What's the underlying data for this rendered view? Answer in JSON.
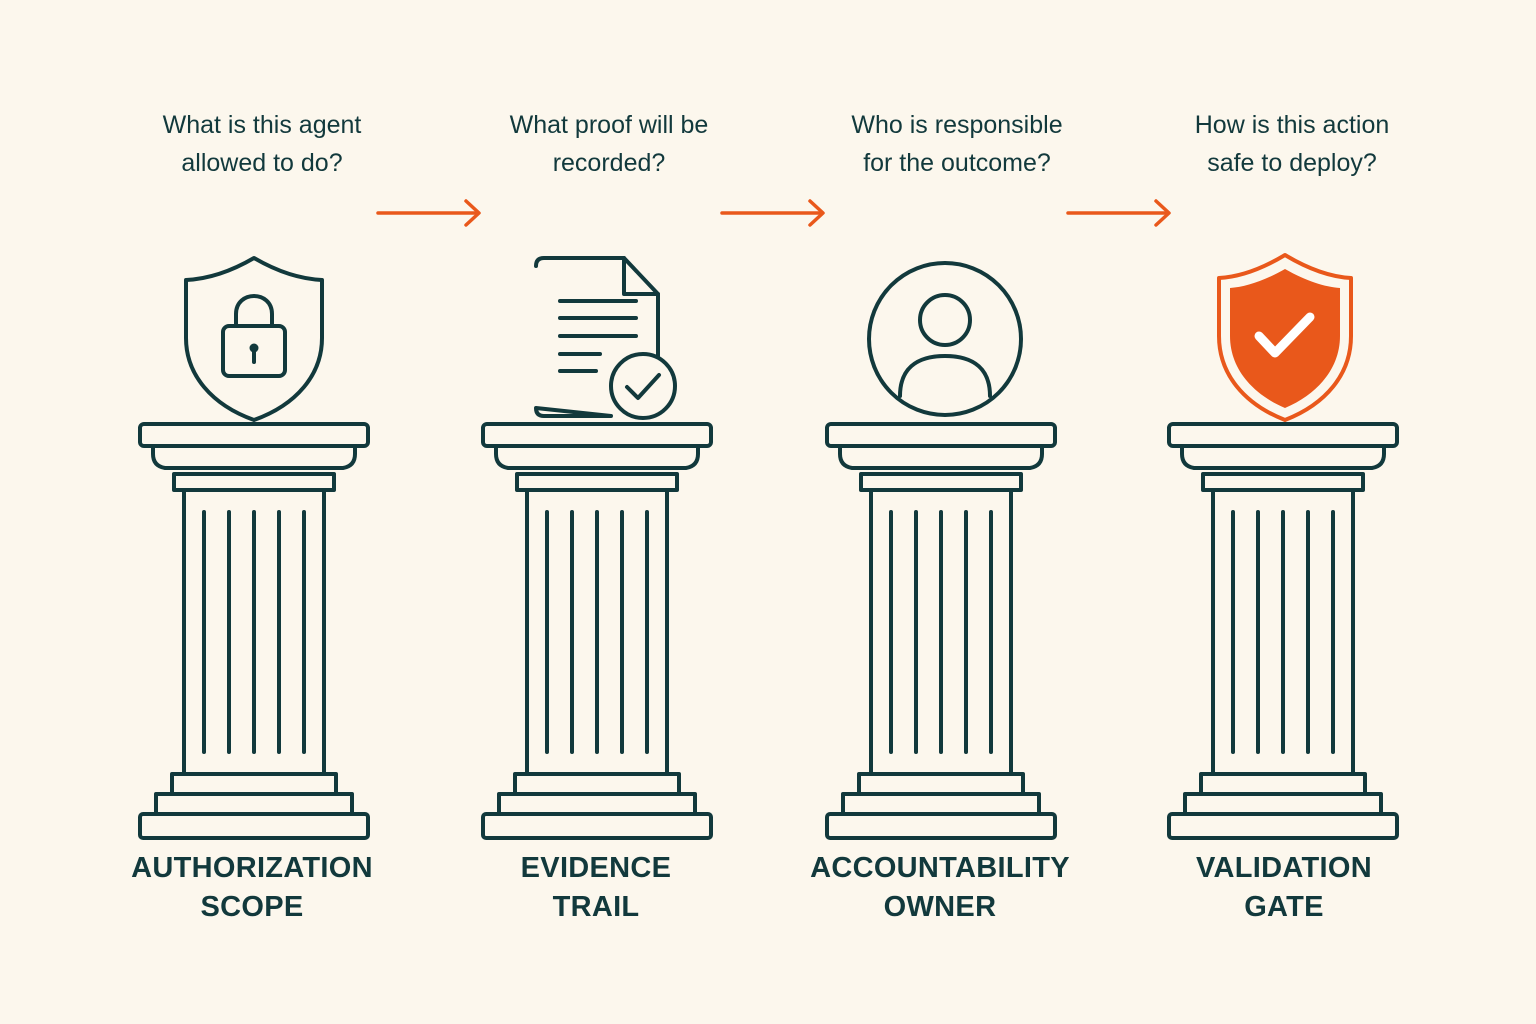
{
  "pillars": [
    {
      "question_lines": [
        "What is this agent",
        "allowed to do?"
      ],
      "label_lines": [
        "AUTHORIZATION",
        "SCOPE"
      ],
      "icon": "shield-lock-icon"
    },
    {
      "question_lines": [
        "What proof will be",
        "recorded?"
      ],
      "label_lines": [
        "EVIDENCE",
        "TRAIL"
      ],
      "icon": "document-check-icon"
    },
    {
      "question_lines": [
        "Who is responsible",
        "for the outcome?"
      ],
      "label_lines": [
        "ACCOUNTABILITY",
        "OWNER"
      ],
      "icon": "user-circle-icon"
    },
    {
      "question_lines": [
        "How is this action",
        "safe to deploy?"
      ],
      "label_lines": [
        "VALIDATION",
        "GATE"
      ],
      "icon": "shield-check-icon"
    }
  ],
  "colors": {
    "background": "#fcf7ed",
    "ink": "#12393c",
    "accent": "#e9581b"
  }
}
